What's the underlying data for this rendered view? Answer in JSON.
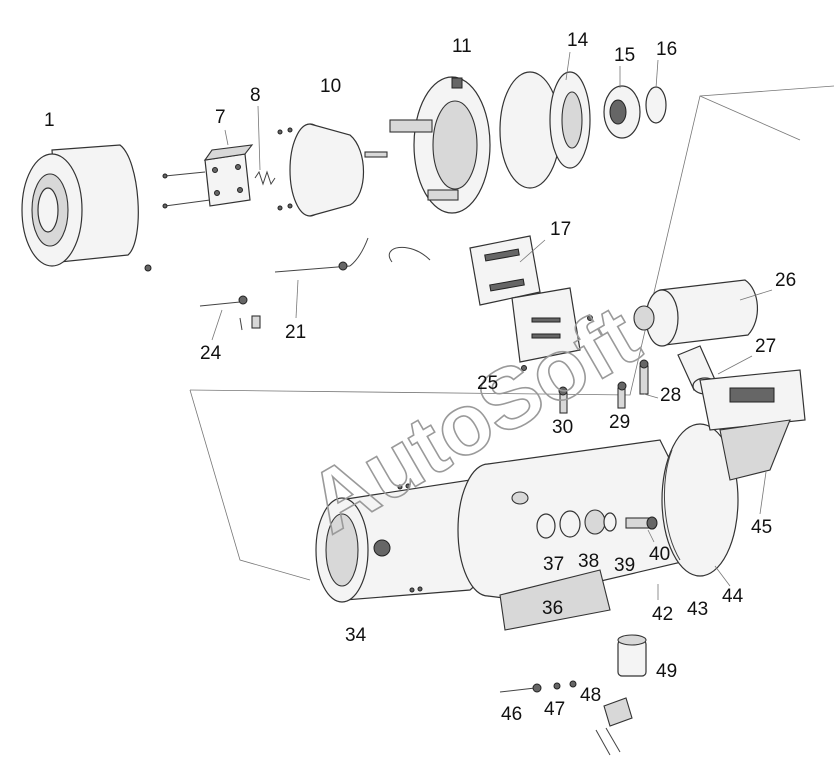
{
  "watermark": "AutoSoft",
  "callouts": [
    "1",
    "7",
    "8",
    "10",
    "11",
    "14",
    "15",
    "16",
    "17",
    "21",
    "24",
    "25",
    "26",
    "27",
    "28",
    "29",
    "30",
    "34",
    "36",
    "37",
    "38",
    "39",
    "40",
    "42",
    "43",
    "44",
    "45",
    "46",
    "47",
    "48",
    "49"
  ]
}
